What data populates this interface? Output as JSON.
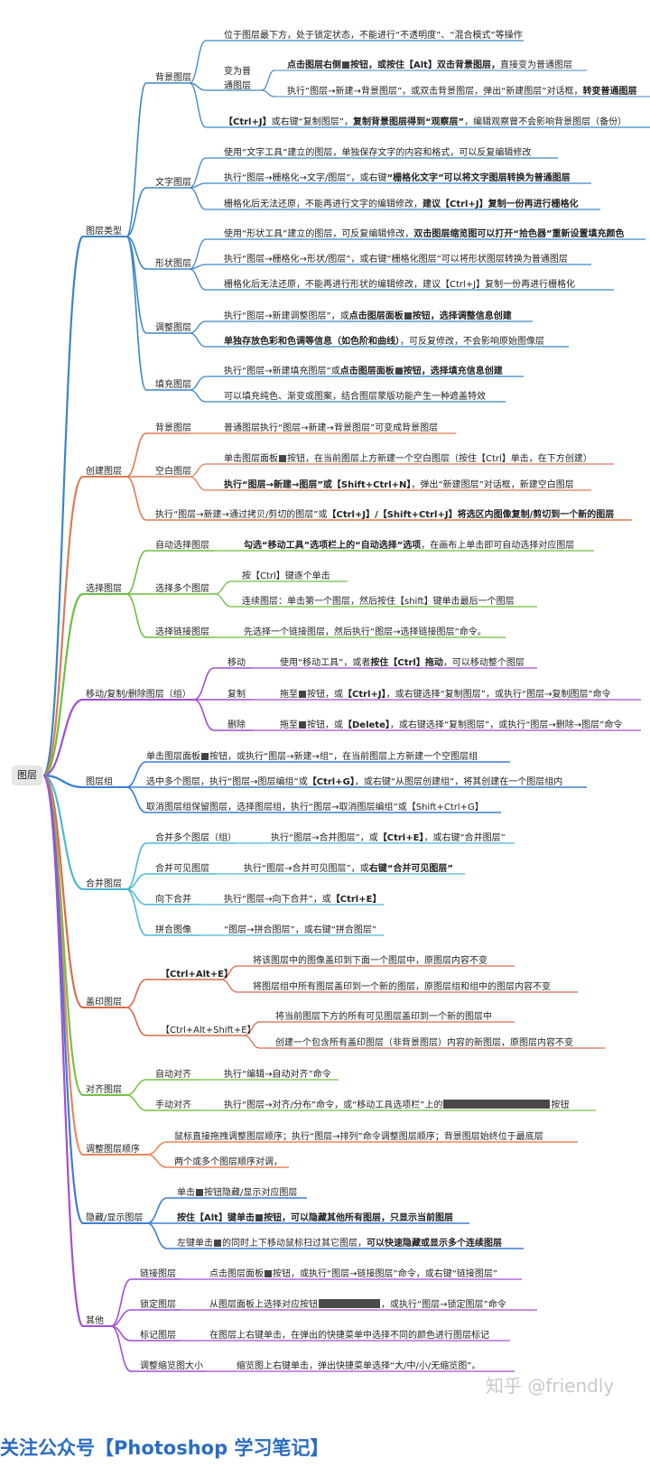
{
  "root": "图层",
  "footer": "关注公众号【Photoshop 学习笔记】",
  "watermark": "知乎 @friendly",
  "nodes": {
    "n1": "图层类型",
    "n1a": "背景图层",
    "n1a1": "位于图层最下方，处于锁定状态，不能进行“不透明度”、“混合模式”等操作",
    "n1a2": "变为普",
    "n1a2b": "通图层",
    "n1a2x": "点击图层右侧",
    "n1a2x2": "按钮，或按住【Alt】双击背景图层，",
    "n1a2x3": "直接变为普通图层",
    "n1a2y": "执行“图层→新建→背景图层”，或双击背景图层，弹出“新建图层”对话框，",
    "n1a2y2": "转变普通图层",
    "n1a3": "【Ctrl+J】",
    "n1a3b": "或右键“复制图层”，",
    "n1a3c": "复制背景图层得到“观察层”",
    "n1a3d": "，编辑观察曾不会影响背景图层（备份）",
    "n1b": "文字图层",
    "n1b1": "使用“文字工具”建立的图层，单独保存文字的内容和格式，可以反复编辑修改",
    "n1b2": "执行“图层→栅格化→文字/图层”，或右键",
    "n1b2b": "“栅格化文字”可以将文字图层转换为普通图层",
    "n1b3": "栅格化后无法还原，不能再进行文字的编辑修改，",
    "n1b3b": "建议【Ctrl+J】复制一份再进行栅格化",
    "n1c": "形状图层",
    "n1c1": "使用“形状工具”建立的图层，可反复编辑修改，",
    "n1c1b": "双击图层缩览图可以打开“拾色器”重新设置填充颜色",
    "n1c2": "执行“图层→栅格化→形状/图层”，或右键“栅格化图层”可以将形状图层转换为普通图层",
    "n1c3": "栅格化后无法还原，不能再进行形状的编辑修改，建议【Ctrl+J】复制一份再进行栅格化",
    "n1d": "调整图层",
    "n1d1": "执行“图层→新建调整图层”，或",
    "n1d1b": "点击图层面板",
    "n1d1c": "按钮，选择调整信息创建",
    "n1d2": "单独存放色彩和色调等信息（如色阶和曲线）",
    "n1d2b": "，可反复修改，不会影响原始图像层",
    "n1e": "填充图层",
    "n1e1": "执行“图层→新建填充图层”或",
    "n1e1b": "点击图层面板",
    "n1e1c": "按钮，选择填充信息创建",
    "n1e2": "可以填充纯色、渐变或图案，结合图层蒙版功能产生一种遮盖特效",
    "n2": "创建图层",
    "n2a": "背景图层",
    "n2a1": "普通图层执行“图层→新建→背景图层”可变成背景图层",
    "n2b": "空白图层",
    "n2b1": "单击图层面板",
    "n2b1b": "按钮，在当前图层上方新建一个空白图层（按住【Ctrl】单击，在下方创建）",
    "n2b2": "执行“图层→新建→图层”或【Shift+Ctrl+N】",
    "n2b2b": "，弹出“新建图层”对话框，新建空白图层",
    "n2c": "执行“图层→新建→通过拷贝/剪切的图层”或",
    "n2c2": "【Ctrl+J】/【Shift+Ctrl+J】将选区内图像复制/剪切到一个新的图层",
    "n3": "选择图层",
    "n3a": "自动选择图层",
    "n3a1": "勾选“移动工具”选项栏上的“自动选择”选项",
    "n3a1b": "，在画布上单击即可自动选择对应图层",
    "n3b": "选择多个图层",
    "n3b1": "按【Ctrl】键逐个单击",
    "n3b2": "连续图层：单击第一个图层，然后按住【shift】键单击最后一个图层",
    "n3c": "选择链接图层",
    "n3c1": "先选择一个链接图层，然后执行“图层→选择链接图层”命令。",
    "n4": "移动/复制/删除图层（组）",
    "n4a": "移动",
    "n4a1": "使用“移动工具”，或者",
    "n4a1b": "按住【Ctrl】拖动",
    "n4a1c": "，可以移动整个图层",
    "n4b": "复制",
    "n4b1": "拖至",
    "n4b1b": "按钮，或",
    "n4b1c": "【Ctrl+J】",
    "n4b1d": "，或右键选择“复制图层”，或执行“图层→复制图层”命令",
    "n4c": "删除",
    "n4c1": "拖至",
    "n4c1b": "按钮，或",
    "n4c1c": "【Delete】",
    "n4c1d": "，或右键选择“复制图层”，或执行“图层→删除→图层”命令",
    "n5": "图层组",
    "n5a": "单击图层面板",
    "n5a2": "按钮，或执行“图层→新建→组”，在当前图层上方新建一个空图层组",
    "n5b": "选中多个图层，执行“图层→图层编组”或",
    "n5b2": "【Ctrl+G】",
    "n5b3": "，或右键“从图层创建组”，将其创建在一个图层组内",
    "n5c": "取消图层组保留图层，选择图层组，执行“图层→取消图层编组”或【Shift+Ctrl+G】",
    "n6": "合并图层",
    "n6a": "合并多个图层（组）",
    "n6a1": "执行“图层→合并图层”，或",
    "n6a1b": "【Ctrl+E】",
    "n6a1c": "，或右键“合并图层”",
    "n6b": "合并可见图层",
    "n6b1": "执行“图层→合并可见图层”，或",
    "n6b1b": "右键“合并可见图层”",
    "n6c": "向下合并",
    "n6c1": "执行“图层→向下合并”，或",
    "n6c1b": "【Ctrl+E】",
    "n6d": "拼合图像",
    "n6d1": "“图层→拼合图层”，或右键“拼合图层”",
    "n7": "盖印图层",
    "n7a": "【Ctrl+Alt+E】",
    "n7a1": "将该图层中的图像盖印到下面一个图层中，原图层内容不变",
    "n7a2": "将图层组中所有图层盖印到一个新的图层，原图层组和组中的图层内容不变",
    "n7b": "【Ctrl+Alt+Shift+E】",
    "n7b1": "将当前图层下方的所有可见图层盖印到一个新的图层中",
    "n7b2": "创建一个包含所有盖印图层（非背景图层）内容的新图层，原图层内容不变",
    "n8": "对齐图层",
    "n8a": "自动对齐",
    "n8a1": "执行“编辑→自动对齐”命令",
    "n8b": "手动对齐",
    "n8b1": "执行“图层→对齐/分布”命令，或“移动工具选项栏”上的",
    "n8b1b": "按钮",
    "n9": "调整图层顺序",
    "n9a": "鼠标直接拖拽调整图层顺序；执行“图层→排列”命令调整图层顺序；背景图层始终位于最底层",
    "n9b": "两个或多个图层顺序对调，",
    "n10": "隐藏/显示图层",
    "n10a": "单击",
    "n10a2": "按钮隐藏/显示对应图层",
    "n10b": "按住【Alt】键单击",
    "n10b2": "按钮，可以隐藏其他所有图层，只显示当前图层",
    "n10c": "左键单击",
    "n10c2": "的同时上下移动鼠标扫过其它图层，",
    "n10c3": "可以快速隐藏或显示多个连续图层",
    "n11": "其他",
    "n11a": "链接图层",
    "n11a1": "点击图层面板",
    "n11a1b": "按钮，或执行“图层→链接图层”命令，或右键“链接图层”",
    "n11b": "锁定图层",
    "n11b1": "从图层面板上选择对应按钮",
    "n11b1b": "，或执行“图层→锁定图层”命令",
    "n11c": "标记图层",
    "n11c1": "在图层上右键单击，在弹出的快捷菜单中选择不同的颜色进行图层标记",
    "n11d": "调整缩览图大小",
    "n11d1": "缩览图上右键单击，弹出快捷菜单选择“大/中/小/无缩览图”。"
  },
  "colors": {
    "blue": "#3a86c8",
    "orange": "#e07a52",
    "green": "#6cbf3d",
    "purple": "#a04ed6",
    "teal": "#4bb8d8",
    "red": "#d86a4a",
    "green2": "#78c043",
    "orange2": "#e8875a",
    "blue2": "#3b7fd0",
    "purple2": "#a24fd4"
  }
}
